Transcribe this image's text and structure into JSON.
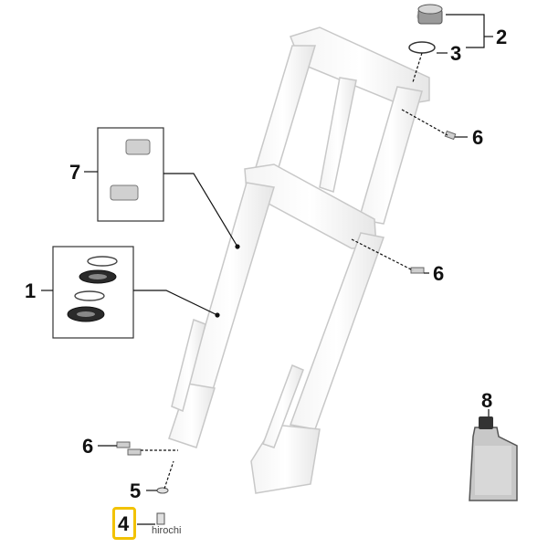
{
  "callouts": {
    "c1": "1",
    "c2": "2",
    "c3": "3",
    "c4": "4",
    "c5": "5",
    "c6a": "6",
    "c6b": "6",
    "c6c": "6",
    "c7": "7",
    "c8": "8"
  },
  "watermark": "hirochi",
  "colors": {
    "part_outline": "#c8c8c8",
    "leader_line": "#111111",
    "highlight": "#f2c200"
  }
}
